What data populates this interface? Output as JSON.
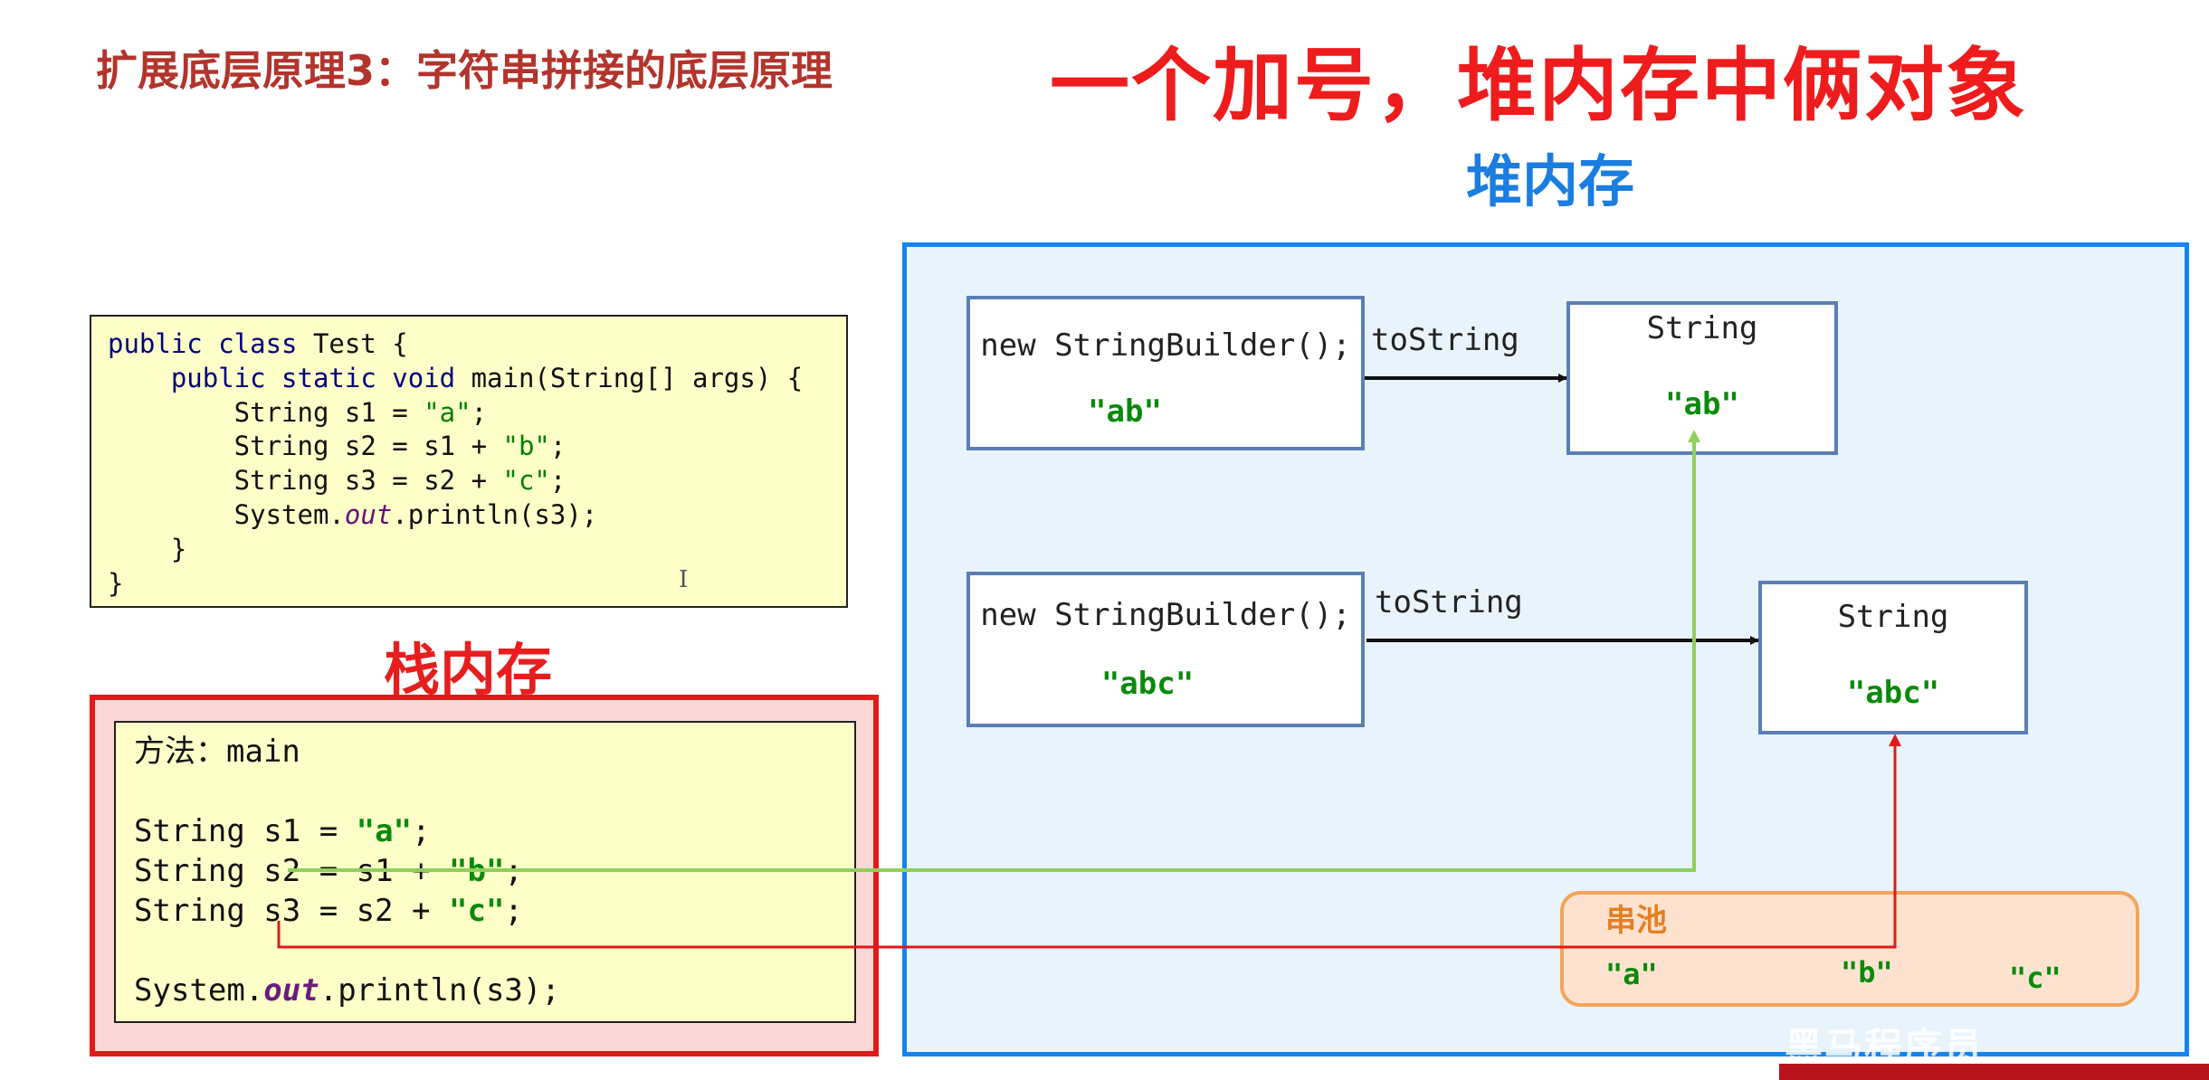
{
  "subtitle": "扩展底层原理3：字符串拼接的底层原理",
  "headline": "一个加号，堆内存中俩对象",
  "heap": {
    "title": "堆内存",
    "builders": [
      {
        "text": "new StringBuilder();",
        "value": "\"ab\""
      },
      {
        "text": "new StringBuilder();",
        "value": "\"abc\""
      }
    ],
    "arrow_labels": [
      "toString",
      "toString"
    ],
    "strings": [
      {
        "type": "String",
        "value": "\"ab\""
      },
      {
        "type": "String",
        "value": "\"abc\""
      }
    ],
    "pool": {
      "title": "串池",
      "items": [
        "\"a\"",
        "\"b\"",
        "\"c\""
      ]
    }
  },
  "code": {
    "lines": [
      {
        "a": "public class",
        "b": " Test {"
      },
      {
        "a": "    public static void",
        "b": " main(String[] args) {"
      },
      {
        "a": "        String s1 = ",
        "s": "\"a\"",
        "c": ";"
      },
      {
        "a": "        String s2 = s1 + ",
        "s": "\"b\"",
        "c": ";"
      },
      {
        "a": "        String s3 = s2 + ",
        "s": "\"c\"",
        "c": ";"
      },
      {
        "a": "        System.",
        "f": "out",
        "c": ".println(s3);"
      },
      {
        "a": "    }"
      },
      {
        "a": "}"
      }
    ]
  },
  "stack": {
    "title": "栈内存",
    "method": "方法：main",
    "lines": [
      {
        "a": "String s1 = ",
        "s": "\"a\"",
        "c": ";"
      },
      {
        "a": "String s2 = s1 + ",
        "s": "\"b\"",
        "c": ";"
      },
      {
        "a": "String s3 = s2 + ",
        "s": "\"c\"",
        "c": ";"
      }
    ],
    "print": {
      "a": "System.",
      "f": "out",
      "c": ".println(s3);"
    }
  },
  "watermark": "黑马程序员",
  "colors": {
    "heap_border": "#1684f0",
    "stack_border": "#e41818",
    "green_link": "#8fcf5a",
    "red_link": "#e41818",
    "pool_border": "#f3a35a"
  }
}
